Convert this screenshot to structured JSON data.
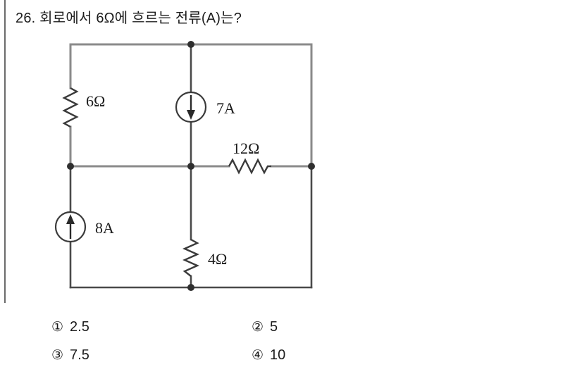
{
  "question": {
    "number": "26.",
    "text": "26. 회로에서 6Ω에 흐르는 전류(A)는?"
  },
  "circuit": {
    "caption": "circuit diagram",
    "wire_color": "#8a8a8a",
    "component_color": "#3a3a3a",
    "node_color": "#3a3a3a",
    "labels": {
      "r_left": "6Ω",
      "src_top": "7A",
      "r_right": "12Ω",
      "src_bottom": "8A",
      "r_middle": "4Ω"
    },
    "components": [
      {
        "name": "resistor-6-ohm",
        "label": "6Ω",
        "orientation": "vertical",
        "value": "6",
        "unit": "Ω"
      },
      {
        "name": "current-source-7a",
        "label": "7A",
        "direction": "down",
        "value": "7",
        "unit": "A"
      },
      {
        "name": "resistor-12-ohm",
        "label": "12Ω",
        "orientation": "horizontal",
        "value": "12",
        "unit": "Ω"
      },
      {
        "name": "current-source-8a",
        "label": "8A",
        "direction": "up",
        "value": "8",
        "unit": "A"
      },
      {
        "name": "resistor-4-ohm",
        "label": "4Ω",
        "orientation": "vertical",
        "value": "4",
        "unit": "Ω"
      }
    ]
  },
  "answers": {
    "options": [
      {
        "marker": "①",
        "text": "2.5"
      },
      {
        "marker": "②",
        "text": "5"
      },
      {
        "marker": "③",
        "text": "7.5"
      },
      {
        "marker": "④",
        "text": "10"
      }
    ]
  }
}
